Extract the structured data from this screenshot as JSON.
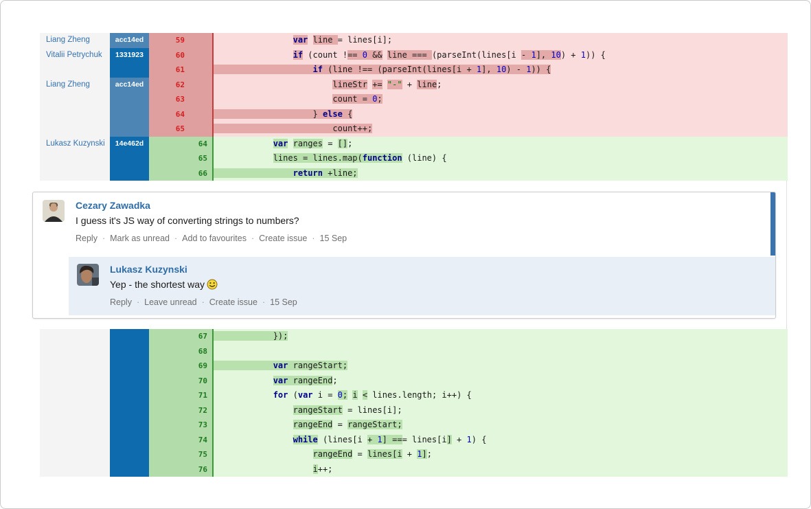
{
  "colors": {
    "page_border": "#c9c9c9",
    "table_border": "#e2e2e2",
    "author_col_bg": "#f4f4f4",
    "author_color": "#3572b0",
    "commit_light": "#4d86b4",
    "commit_dark": "#0e6bad",
    "removed_bg": "#fbdcdc",
    "removed_hl": "#e4a9a9",
    "removed_gutter": "#df9f9f",
    "removed_num": "#d51f1f",
    "removed_line": "#c43b3b",
    "added_bg": "#e2f7dc",
    "added_hl": "#b9e1ae",
    "added_gutter": "#b2dcaa",
    "added_num": "#1e7a1e",
    "added_line": "#379a37",
    "kw": "#00008b",
    "num": "#0000cc",
    "str": "#007a00",
    "comment_link": "#2e6da5",
    "action": "#6e6e6e",
    "reply_bg": "#e9eff7",
    "unread_bar": "#3b73af"
  },
  "diff": {
    "top_rows": [
      {
        "author": "Liang Zheng",
        "commit": "acc14ed",
        "shade": "light",
        "old": "59",
        "new": "",
        "side": "removed",
        "full": false,
        "code": [
          {
            "t": "                "
          },
          {
            "t": "var",
            "c": "k",
            "h": true
          },
          {
            "t": " "
          },
          {
            "t": "line ",
            "h": true
          },
          {
            "t": "= lines[i];"
          }
        ]
      },
      {
        "author": "Vitalii Petrychuk",
        "commit": "1331923",
        "shade": "dark",
        "old": "60",
        "new": "",
        "side": "removed",
        "full": false,
        "code": [
          {
            "t": "                "
          },
          {
            "t": "if",
            "c": "k",
            "h": true
          },
          {
            "t": " (count !"
          },
          {
            "t": "== ",
            "h": true
          },
          {
            "t": "0",
            "c": "n",
            "h": true
          },
          {
            "t": " &&",
            "h": true
          },
          {
            "t": " "
          },
          {
            "t": "line ",
            "h": true
          },
          {
            "t": "=== ",
            "h": true
          },
          {
            "t": "(parseInt(lines[i "
          },
          {
            "t": "- ",
            "h": true
          },
          {
            "t": "1",
            "c": "n",
            "h": true
          },
          {
            "t": "], ",
            "h": true
          },
          {
            "t": "10",
            "c": "n",
            "h": true
          },
          {
            "t": ") + "
          },
          {
            "t": "1",
            "c": "n"
          },
          {
            "t": ")) {"
          }
        ]
      },
      {
        "author": "",
        "commit": "",
        "shade": "dark",
        "old": "61",
        "new": "",
        "side": "removed",
        "full": true,
        "code": [
          {
            "t": "                    "
          },
          {
            "t": "if",
            "c": "k"
          },
          {
            "t": " (line !== (parseInt(lines[i + "
          },
          {
            "t": "1",
            "c": "n"
          },
          {
            "t": "], "
          },
          {
            "t": "10",
            "c": "n"
          },
          {
            "t": ") - "
          },
          {
            "t": "1",
            "c": "n"
          },
          {
            "t": ")) {"
          }
        ]
      },
      {
        "author": "Liang Zheng",
        "commit": "acc14ed",
        "shade": "light",
        "old": "62",
        "new": "",
        "side": "removed",
        "full": false,
        "code": [
          {
            "t": "                        "
          },
          {
            "t": "lineStr",
            "h": true
          },
          {
            "t": " "
          },
          {
            "t": "+=",
            "h": true
          },
          {
            "t": " "
          },
          {
            "t": "\"-\"",
            "c": "s",
            "h": true
          },
          {
            "t": " + "
          },
          {
            "t": "line",
            "h": true
          },
          {
            "t": ";"
          }
        ]
      },
      {
        "author": "",
        "commit": "",
        "shade": "light",
        "old": "63",
        "new": "",
        "side": "removed",
        "full": false,
        "code": [
          {
            "t": "                        "
          },
          {
            "t": "count = ",
            "h": true
          },
          {
            "t": "0",
            "c": "n",
            "h": true
          },
          {
            "t": ";",
            "h": true
          }
        ]
      },
      {
        "author": "",
        "commit": "",
        "shade": "light",
        "old": "64",
        "new": "",
        "side": "removed",
        "full": true,
        "code": [
          {
            "t": "                    "
          },
          {
            "t": "} "
          },
          {
            "t": "else",
            "c": "k"
          },
          {
            "t": " {"
          }
        ]
      },
      {
        "author": "",
        "commit": "",
        "shade": "light",
        "old": "65",
        "new": "",
        "side": "removed",
        "full": true,
        "code": [
          {
            "t": "                        "
          },
          {
            "t": "count++;"
          }
        ]
      },
      {
        "author": "Lukasz Kuzynski",
        "commit": "14e462d",
        "shade": "dark",
        "old": "",
        "new": "64",
        "side": "added",
        "full": false,
        "code": [
          {
            "t": "            "
          },
          {
            "t": "var",
            "c": "k",
            "h": true
          },
          {
            "t": " "
          },
          {
            "t": "ranges",
            "h": true
          },
          {
            "t": " = "
          },
          {
            "t": "[]",
            "h": true
          },
          {
            "t": ";"
          }
        ]
      },
      {
        "author": "",
        "commit": "",
        "shade": "dark",
        "old": "",
        "new": "65",
        "side": "added",
        "full": false,
        "code": [
          {
            "t": "            "
          },
          {
            "t": "lines = lines.map(",
            "h": true
          },
          {
            "t": "function",
            "c": "k",
            "h": true
          },
          {
            "t": " (line) {"
          }
        ]
      },
      {
        "author": "",
        "commit": "",
        "shade": "dark",
        "old": "",
        "new": "66",
        "side": "added",
        "full": true,
        "code": [
          {
            "t": "                "
          },
          {
            "t": "return",
            "c": "k"
          },
          {
            "t": " +line;"
          }
        ]
      }
    ],
    "bottom_rows": [
      {
        "author": "",
        "commit": "",
        "shade": "dark",
        "old": "",
        "new": "67",
        "side": "added",
        "full": true,
        "code": [
          {
            "t": "            "
          },
          {
            "t": "});"
          }
        ]
      },
      {
        "author": "",
        "commit": "",
        "shade": "dark",
        "old": "",
        "new": "68",
        "side": "added",
        "full": false,
        "code": []
      },
      {
        "author": "",
        "commit": "",
        "shade": "dark",
        "old": "",
        "new": "69",
        "side": "added",
        "full": true,
        "code": [
          {
            "t": "            "
          },
          {
            "t": "var",
            "c": "k"
          },
          {
            "t": " rangeStart;"
          }
        ]
      },
      {
        "author": "",
        "commit": "",
        "shade": "dark",
        "old": "",
        "new": "70",
        "side": "added",
        "full": false,
        "code": [
          {
            "t": "            "
          },
          {
            "t": "var",
            "c": "k",
            "h": true
          },
          {
            "t": " rangeEnd",
            "h": true
          },
          {
            "t": ";"
          }
        ]
      },
      {
        "author": "",
        "commit": "",
        "shade": "dark",
        "old": "",
        "new": "71",
        "side": "added",
        "full": false,
        "code": [
          {
            "t": "            "
          },
          {
            "t": "for",
            "c": "k"
          },
          {
            "t": " ("
          },
          {
            "t": "var",
            "c": "k"
          },
          {
            "t": " i = "
          },
          {
            "t": "0",
            "c": "n",
            "h": true
          },
          {
            "t": ";",
            "h": true
          },
          {
            "t": " "
          },
          {
            "t": "i",
            "h": true
          },
          {
            "t": " "
          },
          {
            "t": "<",
            "h": true
          },
          {
            "t": " lines.length; i++) {"
          }
        ]
      },
      {
        "author": "",
        "commit": "",
        "shade": "dark",
        "old": "",
        "new": "72",
        "side": "added",
        "full": false,
        "code": [
          {
            "t": "                "
          },
          {
            "t": "rangeStart",
            "h": true
          },
          {
            "t": " = lines[i];"
          }
        ]
      },
      {
        "author": "",
        "commit": "",
        "shade": "dark",
        "old": "",
        "new": "73",
        "side": "added",
        "full": false,
        "code": [
          {
            "t": "                "
          },
          {
            "t": "rangeEnd",
            "h": true
          },
          {
            "t": " = "
          },
          {
            "t": "rangeStart;",
            "h": true
          }
        ]
      },
      {
        "author": "",
        "commit": "",
        "shade": "dark",
        "old": "",
        "new": "74",
        "side": "added",
        "full": false,
        "code": [
          {
            "t": "                "
          },
          {
            "t": "while",
            "c": "k",
            "h": true
          },
          {
            "t": " (lines[i "
          },
          {
            "t": "+ ",
            "h": true
          },
          {
            "t": "1",
            "c": "n",
            "h": true
          },
          {
            "t": "] ==",
            "h": true
          },
          {
            "t": "= lines[i"
          },
          {
            "t": "]",
            "h": true
          },
          {
            "t": " + "
          },
          {
            "t": "1",
            "c": "n"
          },
          {
            "t": ") {"
          }
        ]
      },
      {
        "author": "",
        "commit": "",
        "shade": "dark",
        "old": "",
        "new": "75",
        "side": "added",
        "full": false,
        "code": [
          {
            "t": "                    "
          },
          {
            "t": "rangeEnd",
            "h": true
          },
          {
            "t": " = "
          },
          {
            "t": "lines[i",
            "h": true
          },
          {
            "t": " + "
          },
          {
            "t": "1",
            "c": "n",
            "h": true
          },
          {
            "t": "]",
            "h": true
          },
          {
            "t": ";"
          }
        ]
      },
      {
        "author": "",
        "commit": "",
        "shade": "dark",
        "old": "",
        "new": "76",
        "side": "added",
        "full": false,
        "code": [
          {
            "t": "                    "
          },
          {
            "t": "i",
            "h": true
          },
          {
            "t": "++;"
          }
        ]
      }
    ]
  },
  "comments": {
    "main": {
      "author": "Cezary Zawadka",
      "body": "I guess it's JS way of converting strings to numbers?",
      "actions": [
        "Reply",
        "Mark as unread",
        "Add to favourites",
        "Create issue"
      ],
      "date": "15 Sep"
    },
    "reply": {
      "author": "Lukasz Kuzynski",
      "body": "Yep - the shortest way",
      "emoji": "smile-emoticon",
      "actions": [
        "Reply",
        "Leave unread",
        "Create issue"
      ],
      "date": "15 Sep"
    }
  }
}
